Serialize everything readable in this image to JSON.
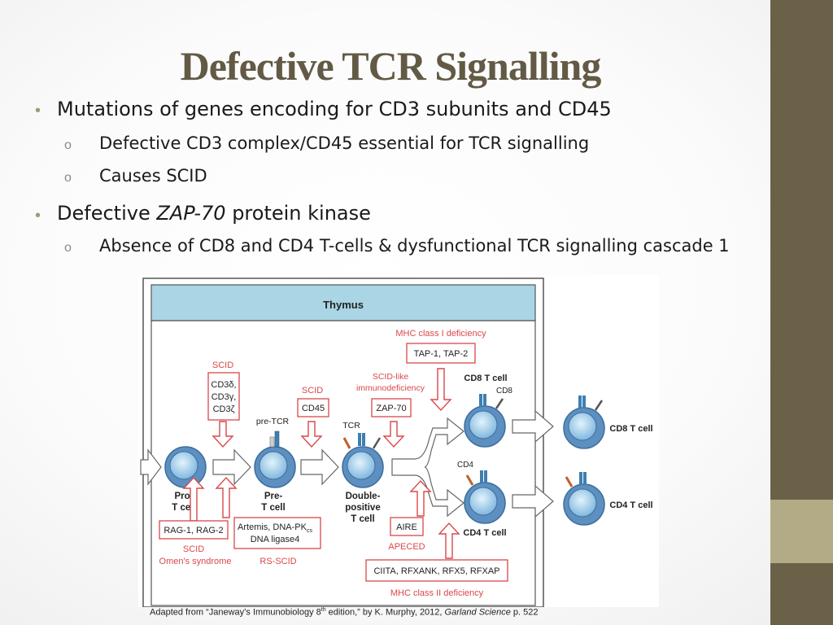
{
  "slide": {
    "title": "Defective TCR Signalling",
    "bullets": [
      {
        "text": "Mutations of genes encoding for CD3 subunits and CD45"
      },
      {
        "text": "Defective CD3 complex/CD45 essential for TCR signalling"
      },
      {
        "text": "Causes SCID"
      },
      {
        "text_before": "Defective ",
        "text_italic": "ZAP-70",
        "text_after": " protein kinase"
      },
      {
        "text": "Absence of CD8 and CD4 T-cells & dysfunctional TCR signalling cascade 1"
      }
    ],
    "bullet_marker": "•",
    "sub_bullet_marker": "o"
  },
  "figure": {
    "header": "Thymus",
    "cells": {
      "pro_t": [
        "Pro-",
        "T cell"
      ],
      "pre_t": [
        "Pre-",
        "T cell"
      ],
      "double_positive": [
        "Double-",
        "positive",
        "T cell"
      ],
      "cd8_label": "CD8 T cell",
      "cd4_label": "CD4 T cell",
      "cd8_periph": "CD8 T cell",
      "cd4_periph": "CD4 T cell"
    },
    "markers": {
      "pre_tcr": "pre-TCR",
      "tcr": "TCR",
      "cd8": "CD8",
      "cd4": "CD4"
    },
    "defects": {
      "scid_top_1": "SCID",
      "cd3_lines": [
        "CD3δ,",
        "CD3γ,",
        "CD3ζ"
      ],
      "scid_top_2": "SCID",
      "cd45": "CD45",
      "scid_like": [
        "SCID-like",
        "immunodeficiency"
      ],
      "zap70": "ZAP-70",
      "mhc1": "MHC class I  deficiency",
      "tap": "TAP-1, TAP-2",
      "rag": "RAG-1, RAG-2",
      "scid_bottom": "SCID",
      "omens": "Omen's syndrome",
      "artemis_1": "Artemis, DNA-PK",
      "artemis_sub": "cs",
      "artemis_2": "DNA ligase4",
      "rs_scid": "RS-SCID",
      "aire": "AIRE",
      "apeced": "APECED",
      "ciita": "CIITA, RFXANK, RFX5, RFXAP",
      "mhc2": "MHC class II  deficiency"
    },
    "colors": {
      "defect_red": "#d9484a",
      "header_blue": "#a9d5e5",
      "cell_blue": "#5d8fc0",
      "nucleus_blue": "#a8d4ef"
    }
  },
  "caption": {
    "pre": "Adapted from “Janeway’s Immunobiology 8",
    "sup": "th",
    "mid": " edition,” by K. Murphy, 2012, ",
    "italic": "Garland Science",
    "post": " p. 522"
  }
}
